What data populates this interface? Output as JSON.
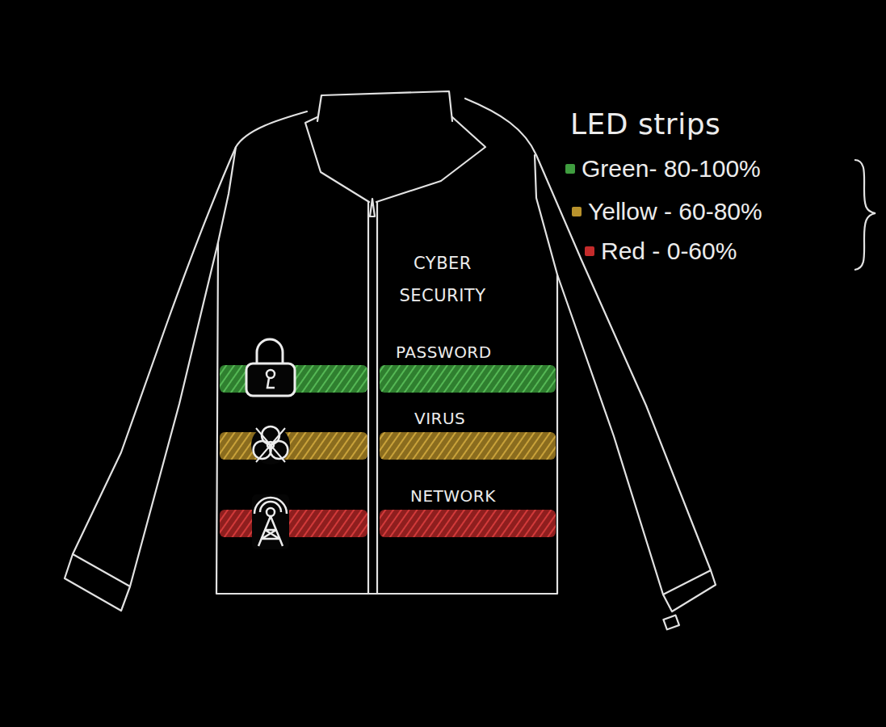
{
  "diagram": {
    "labels": [
      "LED strips",
      "CYBER SECURITY",
      "PASSWORD",
      "VIRUS",
      "NETWORK"
    ],
    "legend": [
      {
        "text": "Green- 80-100%",
        "color": "#3f9d3f"
      },
      {
        "text": "Yellow - 60-80%",
        "color": "#b8922c"
      },
      {
        "text": "Red - 0-60%",
        "color": "#c42b2b"
      }
    ]
  }
}
